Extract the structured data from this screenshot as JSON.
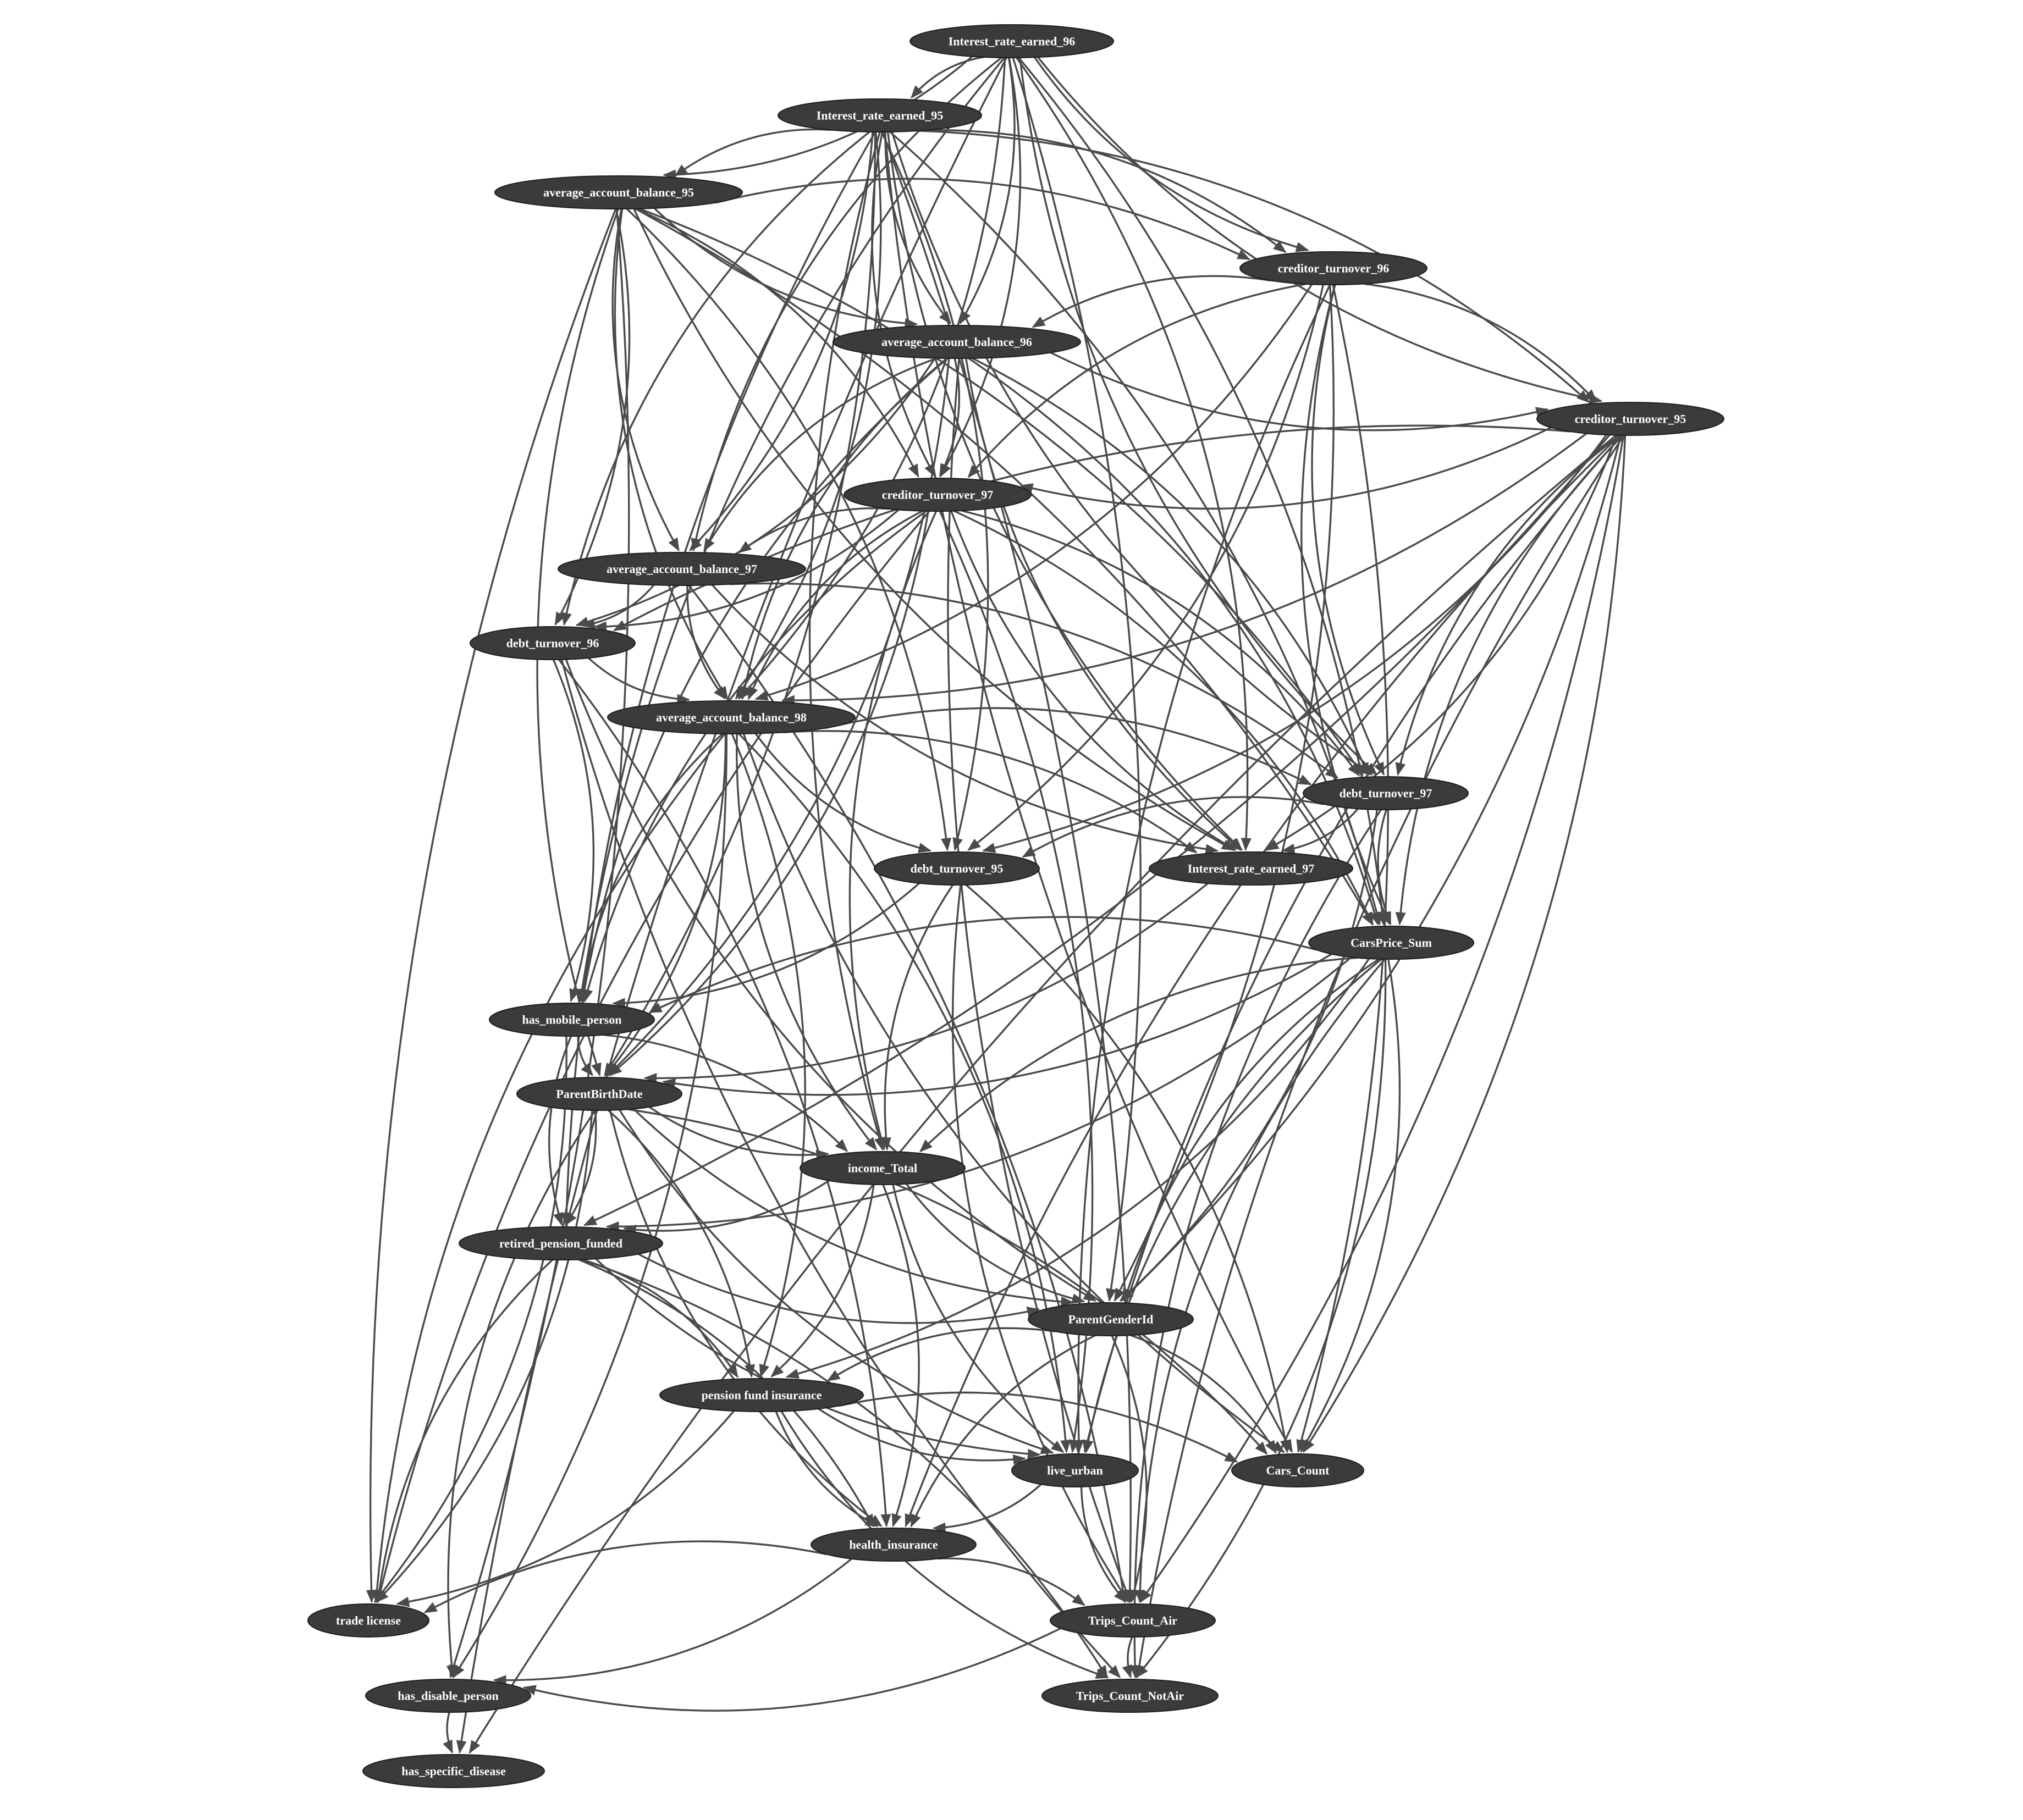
{
  "graph": {
    "colors": {
      "node_fill": "#3b3b3b",
      "edge": "#4a4a4a",
      "label": "#ffffff",
      "background": "#ffffff"
    },
    "nodes": [
      {
        "id": "ir96",
        "label": "Interest_rate_earned_96"
      },
      {
        "id": "ir95",
        "label": "Interest_rate_earned_95"
      },
      {
        "id": "ab95",
        "label": "average_account_balance_95"
      },
      {
        "id": "ct96",
        "label": "creditor_turnover_96"
      },
      {
        "id": "ab96",
        "label": "average_account_balance_96"
      },
      {
        "id": "ct95",
        "label": "creditor_turnover_95"
      },
      {
        "id": "ct97",
        "label": "creditor_turnover_97"
      },
      {
        "id": "ab97",
        "label": "average_account_balance_97"
      },
      {
        "id": "dt96",
        "label": "debt_turnover_96"
      },
      {
        "id": "ab98",
        "label": "average_account_balance_98"
      },
      {
        "id": "dt97",
        "label": "debt_turnover_97"
      },
      {
        "id": "dt95",
        "label": "debt_turnover_95"
      },
      {
        "id": "ir97",
        "label": "Interest_rate_earned_97"
      },
      {
        "id": "cars",
        "label": "CarsPrice_Sum"
      },
      {
        "id": "mob",
        "label": "has_mobile_person"
      },
      {
        "id": "pbd",
        "label": "ParentBirthDate"
      },
      {
        "id": "inc",
        "label": "income_Total"
      },
      {
        "id": "rpf",
        "label": "retired_pension_funded"
      },
      {
        "id": "pgi",
        "label": "ParentGenderId"
      },
      {
        "id": "pfi",
        "label": "pension fund insurance"
      },
      {
        "id": "urb",
        "label": "live_urban"
      },
      {
        "id": "cc",
        "label": "Cars_Count"
      },
      {
        "id": "hi",
        "label": "health_insurance"
      },
      {
        "id": "tl",
        "label": "trade license"
      },
      {
        "id": "tca",
        "label": "Trips_Count_Air"
      },
      {
        "id": "dis",
        "label": "has_disable_person"
      },
      {
        "id": "tcn",
        "label": "Trips_Count_NotAir"
      },
      {
        "id": "sd",
        "label": "has_specific_disease"
      }
    ],
    "edges": [
      [
        "ir96",
        "ir95"
      ],
      [
        "ir96",
        "ab95"
      ],
      [
        "ir96",
        "ct96"
      ],
      [
        "ir96",
        "ab96"
      ],
      [
        "ir96",
        "ct95"
      ],
      [
        "ir96",
        "ct97"
      ],
      [
        "ir96",
        "ab97"
      ],
      [
        "ir96",
        "ab98"
      ],
      [
        "ir96",
        "dt97"
      ],
      [
        "ir96",
        "ir97"
      ],
      [
        "ir96",
        "mob"
      ],
      [
        "ir96",
        "pgi"
      ],
      [
        "ir96",
        "sd"
      ],
      [
        "ir96",
        "cars"
      ],
      [
        "ir95",
        "ab95"
      ],
      [
        "ir95",
        "ct96"
      ],
      [
        "ir95",
        "ab96"
      ],
      [
        "ir95",
        "ct95"
      ],
      [
        "ir95",
        "ct97"
      ],
      [
        "ir95",
        "ab97"
      ],
      [
        "ir95",
        "dt96"
      ],
      [
        "ir95",
        "ab98"
      ],
      [
        "ir95",
        "dt97"
      ],
      [
        "ir95",
        "dt95"
      ],
      [
        "ir95",
        "ir97"
      ],
      [
        "ir95",
        "cars"
      ],
      [
        "ir95",
        "rpf"
      ],
      [
        "ir95",
        "pbd"
      ],
      [
        "ir95",
        "inc"
      ],
      [
        "ir95",
        "tca"
      ],
      [
        "ir95",
        "cc"
      ],
      [
        "ab95",
        "ct96"
      ],
      [
        "ab95",
        "ab96"
      ],
      [
        "ab95",
        "ct97"
      ],
      [
        "ab95",
        "ab97"
      ],
      [
        "ab95",
        "dt96"
      ],
      [
        "ab95",
        "ab98"
      ],
      [
        "ab95",
        "dt97"
      ],
      [
        "ab95",
        "ir97"
      ],
      [
        "ab95",
        "cars"
      ],
      [
        "ab95",
        "pbd"
      ],
      [
        "ab95",
        "dt95"
      ],
      [
        "ab95",
        "tl"
      ],
      [
        "ab95",
        "dis"
      ],
      [
        "ct96",
        "ab96"
      ],
      [
        "ct96",
        "ct95"
      ],
      [
        "ct96",
        "ct97"
      ],
      [
        "ct96",
        "ab98"
      ],
      [
        "ct96",
        "dt97"
      ],
      [
        "ct96",
        "dt95"
      ],
      [
        "ct96",
        "cars"
      ],
      [
        "ct96",
        "pgi"
      ],
      [
        "ct96",
        "urb"
      ],
      [
        "ct96",
        "cc"
      ],
      [
        "ab96",
        "ct95"
      ],
      [
        "ab96",
        "ct97"
      ],
      [
        "ab96",
        "ab97"
      ],
      [
        "ab96",
        "dt96"
      ],
      [
        "ab96",
        "ab98"
      ],
      [
        "ab96",
        "dt97"
      ],
      [
        "ab96",
        "ir97"
      ],
      [
        "ab96",
        "cars"
      ],
      [
        "ab96",
        "mob"
      ],
      [
        "ab96",
        "pbd"
      ],
      [
        "ab96",
        "tca"
      ],
      [
        "ct95",
        "ct97"
      ],
      [
        "ct95",
        "dt96"
      ],
      [
        "ct95",
        "ab98"
      ],
      [
        "ct95",
        "dt97"
      ],
      [
        "ct95",
        "dt95"
      ],
      [
        "ct95",
        "cars"
      ],
      [
        "ct95",
        "pgi"
      ],
      [
        "ct95",
        "urb"
      ],
      [
        "ct95",
        "cc"
      ],
      [
        "ct95",
        "hi"
      ],
      [
        "ct95",
        "tca"
      ],
      [
        "ct95",
        "tcn"
      ],
      [
        "ct95",
        "rpf"
      ],
      [
        "ct95",
        "sd"
      ],
      [
        "ct95",
        "ir97"
      ],
      [
        "ct97",
        "ab97"
      ],
      [
        "ct97",
        "dt96"
      ],
      [
        "ct97",
        "ab98"
      ],
      [
        "ct97",
        "dt97"
      ],
      [
        "ct97",
        "ir97"
      ],
      [
        "ct97",
        "cars"
      ],
      [
        "ct97",
        "mob"
      ],
      [
        "ct97",
        "pbd"
      ],
      [
        "ct97",
        "inc"
      ],
      [
        "ct97",
        "urb"
      ],
      [
        "ct97",
        "tl"
      ],
      [
        "ab97",
        "dt96"
      ],
      [
        "ab97",
        "ab98"
      ],
      [
        "ab97",
        "dt97"
      ],
      [
        "ab97",
        "ir97"
      ],
      [
        "ab97",
        "tca"
      ],
      [
        "dt96",
        "ab98"
      ],
      [
        "dt96",
        "mob"
      ],
      [
        "dt96",
        "pgi"
      ],
      [
        "dt96",
        "hi"
      ],
      [
        "dt96",
        "tcn"
      ],
      [
        "ab98",
        "dt97"
      ],
      [
        "ab98",
        "dt95"
      ],
      [
        "ab98",
        "ir97"
      ],
      [
        "ab98",
        "mob"
      ],
      [
        "ab98",
        "pbd"
      ],
      [
        "ab98",
        "inc"
      ],
      [
        "ab98",
        "urb"
      ],
      [
        "ab98",
        "cc"
      ],
      [
        "ab98",
        "pfi"
      ],
      [
        "ab98",
        "tl"
      ],
      [
        "ab98",
        "dis"
      ],
      [
        "dt97",
        "dt95"
      ],
      [
        "dt97",
        "ir97"
      ],
      [
        "dt97",
        "cars"
      ],
      [
        "dt97",
        "pgi"
      ],
      [
        "dt97",
        "tcn"
      ],
      [
        "dt95",
        "mob"
      ],
      [
        "dt95",
        "inc"
      ],
      [
        "dt95",
        "cc"
      ],
      [
        "dt95",
        "tca"
      ],
      [
        "ir97",
        "pbd"
      ],
      [
        "cars",
        "mob"
      ],
      [
        "cars",
        "pbd"
      ],
      [
        "cars",
        "inc"
      ],
      [
        "cars",
        "rpf"
      ],
      [
        "cars",
        "pgi"
      ],
      [
        "cars",
        "pfi"
      ],
      [
        "cars",
        "urb"
      ],
      [
        "cars",
        "cc"
      ],
      [
        "cars",
        "tca"
      ],
      [
        "cars",
        "tcn"
      ],
      [
        "mob",
        "pbd"
      ],
      [
        "mob",
        "inc"
      ],
      [
        "mob",
        "rpf"
      ],
      [
        "mob",
        "tl"
      ],
      [
        "pbd",
        "inc"
      ],
      [
        "pbd",
        "rpf"
      ],
      [
        "pbd",
        "pgi"
      ],
      [
        "pbd",
        "pfi"
      ],
      [
        "pbd",
        "urb"
      ],
      [
        "pbd",
        "cc"
      ],
      [
        "pbd",
        "hi"
      ],
      [
        "pbd",
        "tl"
      ],
      [
        "pbd",
        "dis"
      ],
      [
        "inc",
        "rpf"
      ],
      [
        "inc",
        "pgi"
      ],
      [
        "inc",
        "pfi"
      ],
      [
        "inc",
        "urb"
      ],
      [
        "inc",
        "hi"
      ],
      [
        "rpf",
        "pgi"
      ],
      [
        "rpf",
        "pfi"
      ],
      [
        "rpf",
        "urb"
      ],
      [
        "rpf",
        "hi"
      ],
      [
        "rpf",
        "tl"
      ],
      [
        "rpf",
        "tcn"
      ],
      [
        "pgi",
        "pfi"
      ],
      [
        "pgi",
        "cc"
      ],
      [
        "pgi",
        "hi"
      ],
      [
        "pgi",
        "tca"
      ],
      [
        "pfi",
        "urb"
      ],
      [
        "pfi",
        "cc"
      ],
      [
        "pfi",
        "hi"
      ],
      [
        "pfi",
        "tl"
      ],
      [
        "pfi",
        "tcn"
      ],
      [
        "urb",
        "hi"
      ],
      [
        "urb",
        "tca"
      ],
      [
        "hi",
        "tca"
      ],
      [
        "hi",
        "tl"
      ],
      [
        "hi",
        "dis"
      ],
      [
        "tca",
        "tcn"
      ],
      [
        "tca",
        "dis"
      ],
      [
        "dis",
        "sd"
      ]
    ]
  }
}
